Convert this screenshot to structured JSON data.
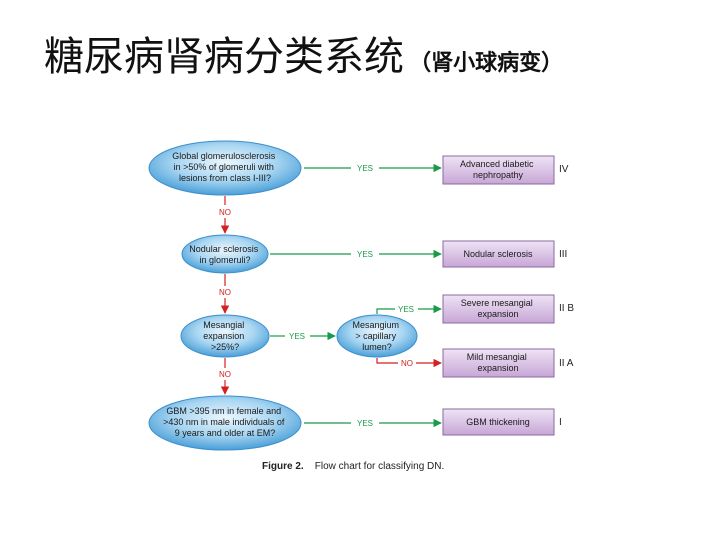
{
  "slide": {
    "title_main": "糖尿病肾病分类系统",
    "title_sub": "（肾小球病变）"
  },
  "diagram": {
    "decisions": {
      "d1": [
        "Global glomerulosclerosis",
        "in >50% of glomeruli with",
        "lesions from class I-III?"
      ],
      "d2": [
        "Nodular sclerosis",
        "in glomeruli?"
      ],
      "d3": [
        "Mesangial",
        "expansion",
        ">25%?"
      ],
      "d4": [
        "Mesangium",
        "> capillary",
        "lumen?"
      ],
      "d5": [
        "GBM >395 nm in female and",
        ">430 nm in male individuals of",
        "9 years and older at EM?"
      ]
    },
    "outcomes": {
      "o1": [
        "Advanced diabetic",
        "nephropathy"
      ],
      "o2": [
        "Nodular sclerosis"
      ],
      "o3": [
        "Severe mesangial",
        "expansion"
      ],
      "o4": [
        "Mild mesangial",
        "expansion"
      ],
      "o5": [
        "GBM thickening"
      ]
    },
    "classes": {
      "o1": "IV",
      "o2": "III",
      "o3": "II B",
      "o4": "II A",
      "o5": "I"
    },
    "edge_labels": {
      "yes": "YES",
      "no": "NO"
    },
    "caption": {
      "label": "Figure 2.",
      "text": "Flow chart for classifying DN."
    },
    "colors": {
      "yes": "#1a9a4a",
      "no": "#d42020",
      "decision_fill": "#5fb2e6",
      "outcome_fill": "#c9a9d8"
    }
  }
}
